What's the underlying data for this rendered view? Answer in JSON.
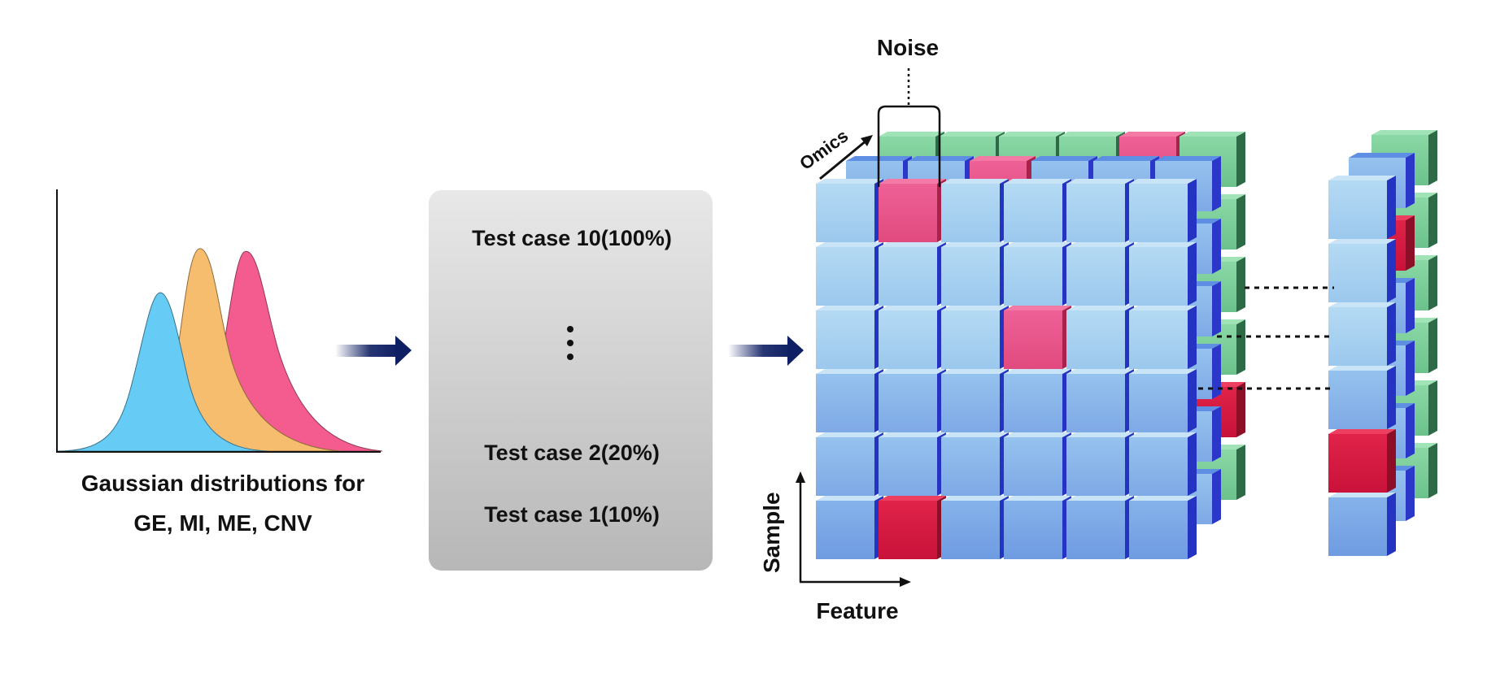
{
  "gaussian_caption": {
    "line1": "Gaussian distributions for",
    "line2": "GE, MI, ME, CNV"
  },
  "test_cases": {
    "top": "Test case 10(100%)",
    "ellipsis": "⋮",
    "second": "Test case 2(20%)",
    "first": "Test case 1(10%)"
  },
  "tensor_labels": {
    "noise": "Noise",
    "omics": "Omics",
    "sample": "Sample",
    "feature": "Feature"
  },
  "colors": {
    "curve_blue": "#66ccf5",
    "curve_orange": "#f7bd6e",
    "curve_pink": "#f45b8e",
    "cube_light_blue": "#a8d2f0",
    "cube_blue": "#7aa8e8",
    "cube_side_blue": "#2a37c8",
    "cube_pink": "#ec5a8c",
    "cube_red": "#d8173f",
    "cube_green": "#7dcf98",
    "arrow_navy": "#0f1f63",
    "panel_top": "#e6e6e6",
    "panel_bottom": "#b8b8b8"
  }
}
